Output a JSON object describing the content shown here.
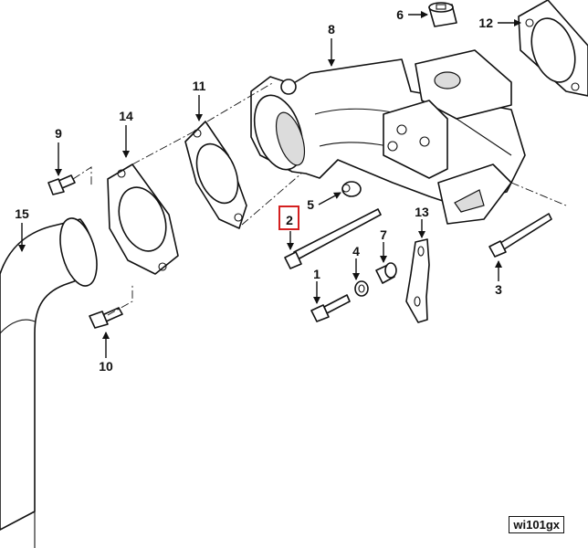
{
  "diagram": {
    "reference_code": "wi101gx",
    "highlight_color": "#d42020",
    "callouts": [
      "1",
      "2",
      "3",
      "4",
      "5",
      "6",
      "7",
      "8",
      "9",
      "10",
      "11",
      "12",
      "13",
      "14",
      "15"
    ],
    "highlighted_callout": "2"
  }
}
